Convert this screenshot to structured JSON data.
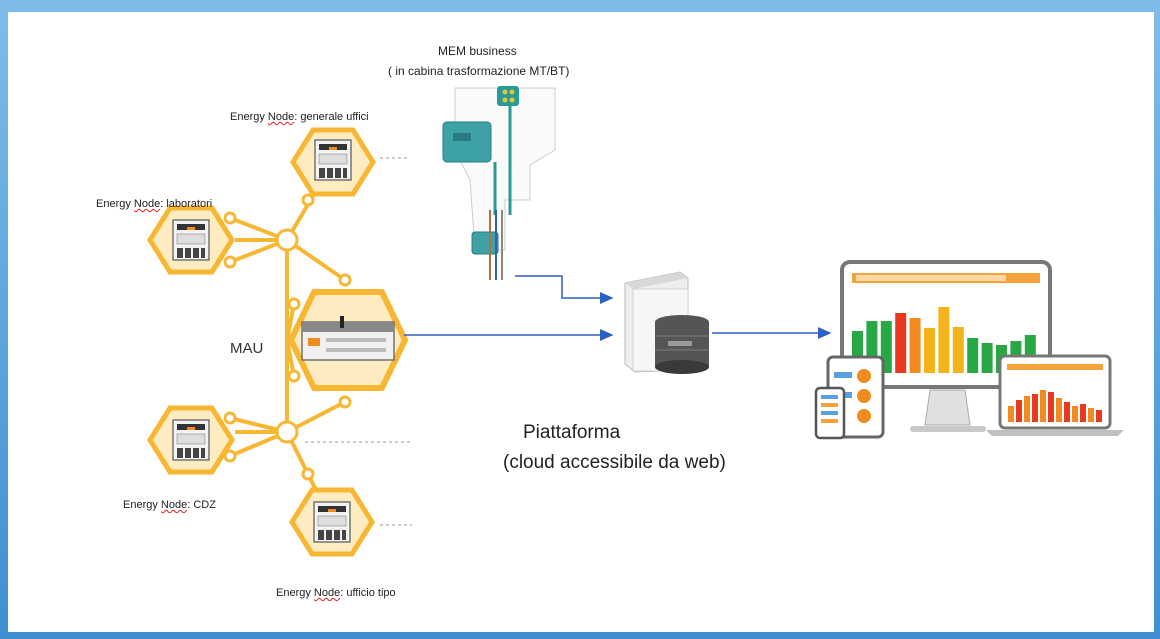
{
  "mem": {
    "title": "MEM business",
    "subtitle": "( in cabina trasformazione MT/BT)"
  },
  "nodes": {
    "uffici": {
      "prefix": "Energy ",
      "word": "Node",
      "suffix": ": generale uffici"
    },
    "laboratori": {
      "prefix": "Energy ",
      "word": "Node",
      "suffix": ": laboratori"
    },
    "cdz": {
      "prefix": "Energy ",
      "word": "Node",
      "suffix": ": CDZ"
    },
    "tipo": {
      "prefix": "Energy ",
      "word": "Node",
      "suffix": ": ufficio tipo"
    }
  },
  "mau_label": "MAU",
  "platform": {
    "line1": "Piattaforma",
    "line2": "(cloud accessibile da web)"
  },
  "colors": {
    "hex_orange": "#f7b733",
    "hex_fill": "#fdecc2",
    "arrow_blue": "#2e5fc4",
    "bar_green": "#27a844",
    "bar_red": "#e8391f",
    "bar_orange": "#f28b1f",
    "bar_yellow": "#f4b31a"
  },
  "dashboard_bars": {
    "monitor": [
      42,
      52,
      52,
      60,
      55,
      45,
      66,
      46,
      35,
      30,
      28,
      32,
      38
    ],
    "laptop": [
      16,
      22,
      26,
      28,
      32,
      30,
      24,
      20,
      16,
      18,
      14,
      12
    ]
  },
  "icons": [
    "energy-meter-icon",
    "cloud-server-icon",
    "monitor-icon",
    "laptop-icon",
    "phone-icon",
    "tablet-icon"
  ]
}
